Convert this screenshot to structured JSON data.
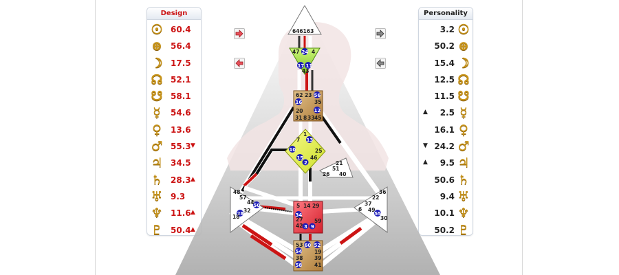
{
  "design": {
    "title": "Design",
    "color": "#cc1414",
    "rows": [
      {
        "planet": "sun-icon",
        "glyph": "☉",
        "value": "60.4",
        "arrow": ""
      },
      {
        "planet": "earth-icon",
        "glyph": "⊕",
        "value": "56.4",
        "arrow": ""
      },
      {
        "planet": "moon-icon",
        "glyph": "☽",
        "value": "17.5",
        "arrow": ""
      },
      {
        "planet": "north-node-icon",
        "glyph": "☊",
        "value": "52.1",
        "arrow": ""
      },
      {
        "planet": "south-node-icon",
        "glyph": "☋",
        "value": "58.1",
        "arrow": ""
      },
      {
        "planet": "mercury-icon",
        "glyph": "☿",
        "value": "54.6",
        "arrow": ""
      },
      {
        "planet": "venus-icon",
        "glyph": "♀",
        "value": "13.6",
        "arrow": ""
      },
      {
        "planet": "mars-icon",
        "glyph": "♂",
        "value": "55.3",
        "arrow": "▼"
      },
      {
        "planet": "jupiter-icon",
        "glyph": "♃",
        "value": "34.5",
        "arrow": ""
      },
      {
        "planet": "saturn-icon",
        "glyph": "♄",
        "value": "28.3",
        "arrow": "▲"
      },
      {
        "planet": "uranus-icon",
        "glyph": "♅",
        "value": "9.3",
        "arrow": ""
      },
      {
        "planet": "neptune-icon",
        "glyph": "♆",
        "value": "11.6",
        "arrow": "▲"
      },
      {
        "planet": "pluto-icon",
        "glyph": "♇",
        "value": "50.4",
        "arrow": "▲"
      }
    ]
  },
  "personality": {
    "title": "Personality",
    "color": "#222222",
    "rows": [
      {
        "planet": "sun-icon",
        "glyph": "☉",
        "value": "3.2",
        "arrow": ""
      },
      {
        "planet": "earth-icon",
        "glyph": "⊕",
        "value": "50.2",
        "arrow": ""
      },
      {
        "planet": "moon-icon",
        "glyph": "☽",
        "value": "15.4",
        "arrow": ""
      },
      {
        "planet": "north-node-icon",
        "glyph": "☊",
        "value": "12.5",
        "arrow": ""
      },
      {
        "planet": "south-node-icon",
        "glyph": "☋",
        "value": "11.5",
        "arrow": ""
      },
      {
        "planet": "mercury-icon",
        "glyph": "☿",
        "value": "2.5",
        "arrow": "▲"
      },
      {
        "planet": "venus-icon",
        "glyph": "♀",
        "value": "16.1",
        "arrow": ""
      },
      {
        "planet": "mars-icon",
        "glyph": "♂",
        "value": "24.2",
        "arrow": "▼"
      },
      {
        "planet": "jupiter-icon",
        "glyph": "♃",
        "value": "9.5",
        "arrow": "▲"
      },
      {
        "planet": "saturn-icon",
        "glyph": "♄",
        "value": "50.6",
        "arrow": ""
      },
      {
        "planet": "uranus-icon",
        "glyph": "♅",
        "value": "9.4",
        "arrow": ""
      },
      {
        "planet": "neptune-icon",
        "glyph": "♆",
        "value": "10.1",
        "arrow": ""
      },
      {
        "planet": "pluto-icon",
        "glyph": "♇",
        "value": "50.2",
        "arrow": ""
      }
    ]
  },
  "nav": {
    "design_next": "arrow-right-icon",
    "design_prev": "arrow-left-icon",
    "personality_next": "arrow-right-icon",
    "personality_prev": "arrow-left-icon"
  },
  "colors": {
    "design_red": "#cc1414",
    "head_center": "#ffffff",
    "ajna_center": "#a8e23a",
    "throat_center": "#c79b55",
    "g_center": "#e6ef3c",
    "sacral_center": "#e0303a",
    "root_center": "#c79b55",
    "open_center": "#ffffff",
    "gate_circle": "#1c1cb8"
  },
  "bodygraph": {
    "head_gates": [
      "64",
      "61",
      "63"
    ],
    "ajna_gates": [
      "47",
      "24",
      "4",
      "17",
      "11",
      "43"
    ],
    "throat_gates": [
      "62",
      "23",
      "56",
      "16",
      "35",
      "20",
      "12",
      "31",
      "8",
      "33",
      "45"
    ],
    "g_gates": [
      "1",
      "13",
      "7",
      "10",
      "25",
      "15",
      "46",
      "2"
    ],
    "heart_gates": [
      "21",
      "51",
      "26",
      "40"
    ],
    "spleen_gates": [
      "48",
      "57",
      "44",
      "50",
      "32",
      "28",
      "18"
    ],
    "solar_plexus_gates": [
      "36",
      "22",
      "37",
      "6",
      "49",
      "55",
      "30"
    ],
    "sacral_gates": [
      "5",
      "14",
      "29",
      "34",
      "27",
      "59",
      "42",
      "3",
      "9"
    ],
    "root_gates": [
      "53",
      "60",
      "52",
      "54",
      "19",
      "38",
      "39",
      "58",
      "41"
    ]
  }
}
